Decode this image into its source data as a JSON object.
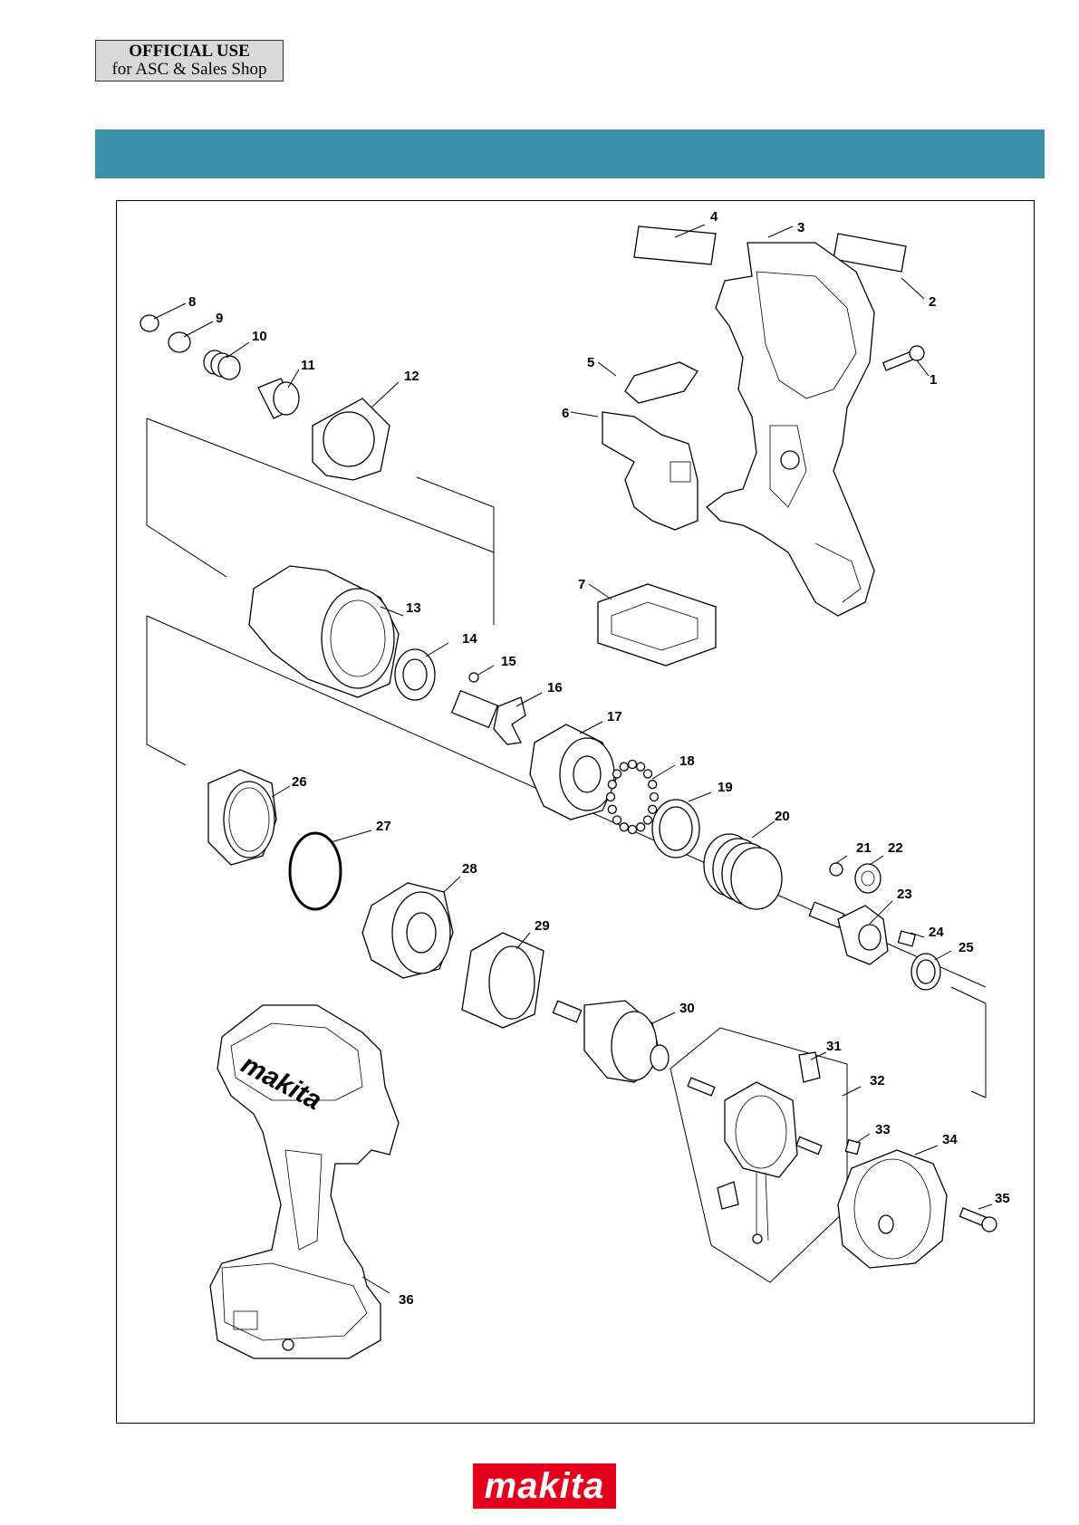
{
  "stamp": {
    "line1": "OFFICIAL USE",
    "line2": "for ASC & Sales Shop"
  },
  "colors": {
    "banner": "#3a92a8",
    "logo": "#e2001a"
  },
  "brand": {
    "logo_text": "makita",
    "housing_text": "makita"
  },
  "part_numbers": [
    "1",
    "2",
    "3",
    "4",
    "5",
    "6",
    "7",
    "8",
    "9",
    "10",
    "11",
    "12",
    "13",
    "14",
    "15",
    "16",
    "17",
    "18",
    "19",
    "20",
    "21",
    "22",
    "23",
    "24",
    "25",
    "26",
    "27",
    "28",
    "29",
    "30",
    "31",
    "32",
    "33",
    "34",
    "35",
    "36"
  ]
}
